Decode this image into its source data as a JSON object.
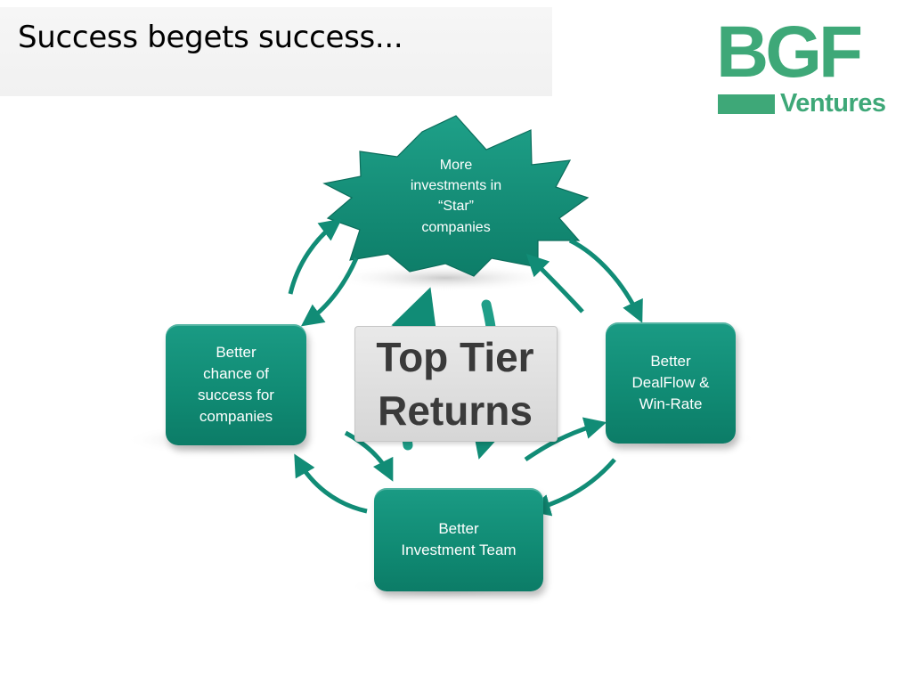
{
  "slide": {
    "title": "Success begets success..."
  },
  "logo": {
    "letters": "BGF",
    "subtitle": "Ventures",
    "color": "#3ea878"
  },
  "diagram": {
    "accent_color": "#118c76",
    "center_label": "Top Tier\nReturns",
    "nodes": {
      "star": "More\ninvestments in\n“Star”\ncompanies",
      "left": "Better\nchance of\nsuccess for\ncompanies",
      "right": "Better\nDealFlow  &\nWin-Rate",
      "bottom": "Better\nInvestment Team"
    }
  }
}
